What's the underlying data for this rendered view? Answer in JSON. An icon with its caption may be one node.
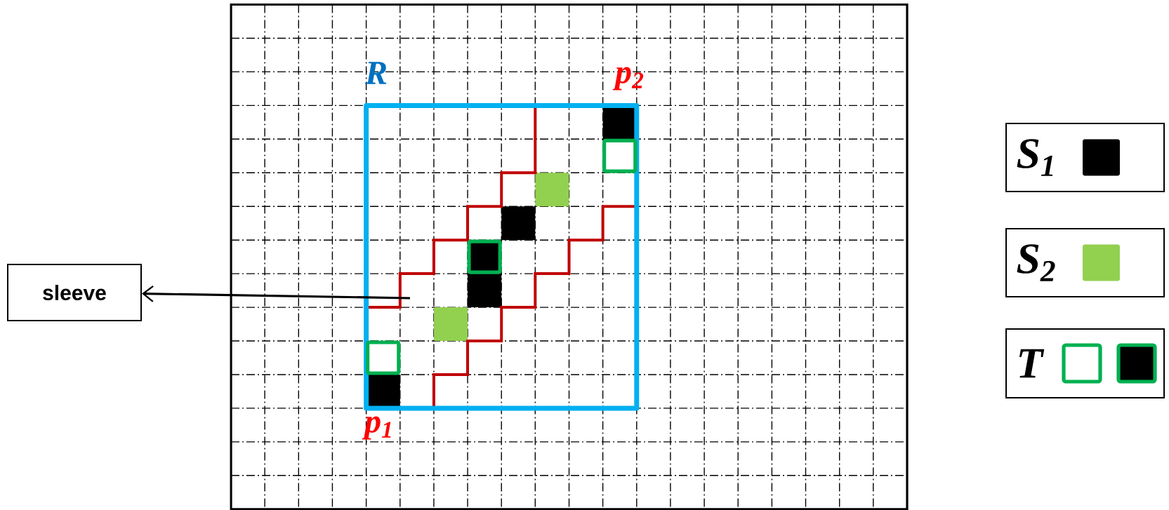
{
  "diagram": {
    "nodes": [
      {
        "text": [
          "sleeve"
        ]
      },
      {
        "text": [],
        "shape": "band"
      }
    ],
    "edges": [
      {
        "from": 1,
        "to": 0,
        "arrow": "to"
      }
    ],
    "labels": [
      "R",
      "p$_{2}$",
      "p$_{1}$"
    ],
    "legend": [
      {
        "text": "S$_{1}$",
        "color": "#000000"
      },
      {
        "text": "S$_{2}$",
        "color": "#92d050"
      },
      {
        "text": "T"
      }
    ]
  }
}
